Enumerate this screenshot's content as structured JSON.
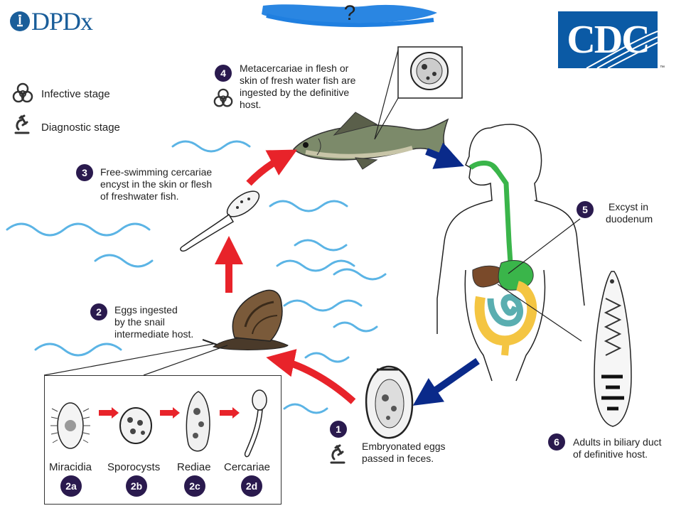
{
  "logos": {
    "left_logo_text": "DPDx",
    "right_logo_text": "CDC",
    "right_logo_mark": "™",
    "redaction_mark": "?"
  },
  "legend": {
    "infective_label": "Infective stage",
    "diagnostic_label": "Diagnostic stage",
    "infective_icon": "biohazard-icon",
    "diagnostic_icon": "microscope-icon"
  },
  "steps": [
    {
      "id": "1",
      "text": [
        "Embryonated eggs",
        "passed in feces."
      ],
      "icon": "microscope-icon"
    },
    {
      "id": "2",
      "text": [
        "Eggs ingested",
        "by the snail",
        "intermediate host."
      ]
    },
    {
      "id": "3",
      "text": [
        "Free-swimming cercariae",
        "encyst in the skin or flesh",
        "of freshwater fish."
      ]
    },
    {
      "id": "4",
      "text": [
        "Metacercariae in flesh or",
        "skin of fresh water fish are",
        "ingested by the definitive",
        "host."
      ],
      "icon": "biohazard-icon"
    },
    {
      "id": "5",
      "text": [
        "Excyst in",
        "duodenum"
      ]
    },
    {
      "id": "6",
      "text": [
        "Adults in biliary duct",
        "of definitive host."
      ]
    }
  ],
  "inset": {
    "stages": [
      {
        "label": "Miracidia",
        "id": "2a"
      },
      {
        "label": "Sporocysts",
        "id": "2b"
      },
      {
        "label": "Rediae",
        "id": "2c"
      },
      {
        "label": "Cercariae",
        "id": "2d"
      }
    ]
  },
  "colors": {
    "host_arrow": "#0a2a8a",
    "water_arrow": "#e8232a",
    "water": "#5bb4e5",
    "badge": "#2a1a4e",
    "digestive_green": "#3ab54a",
    "intestine_yellow": "#f4c542",
    "intestine_teal": "#5aaeb0",
    "liver": "#7a4a2a"
  }
}
